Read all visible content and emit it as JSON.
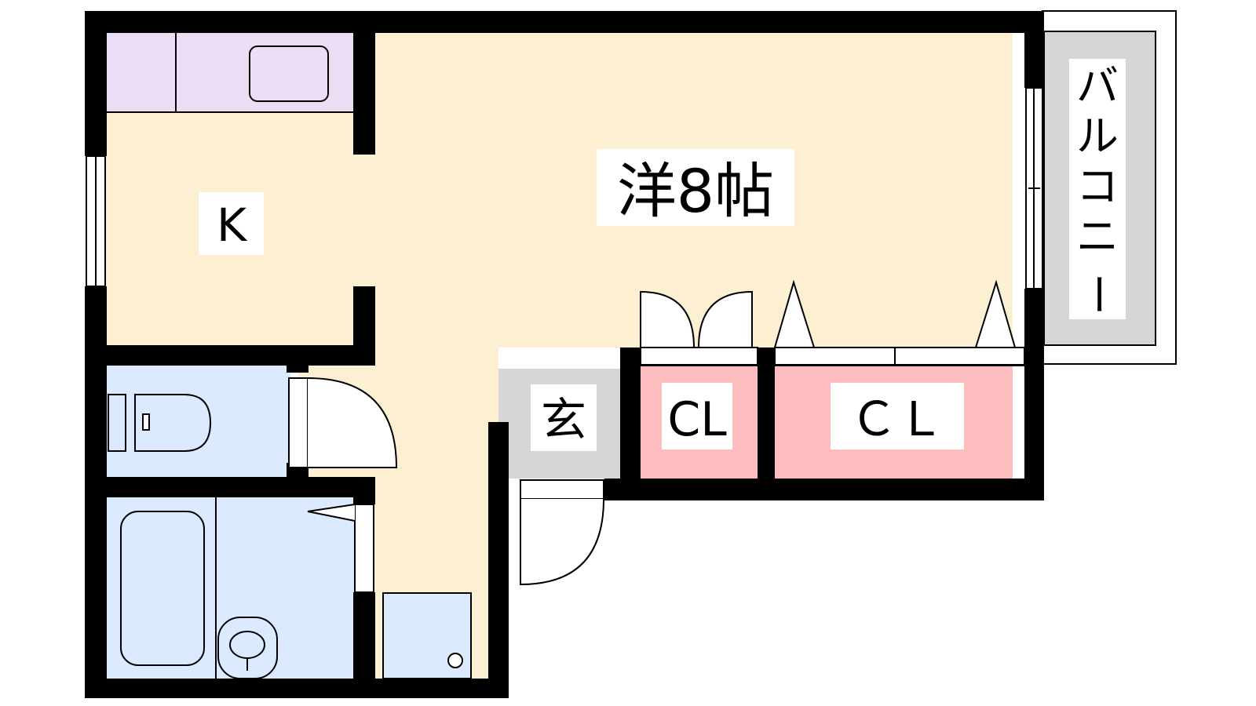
{
  "rooms": {
    "kitchen": {
      "label": "K"
    },
    "western": {
      "label": "洋8帖"
    },
    "entrance": {
      "label": "玄"
    },
    "closet_small": {
      "label": "CL"
    },
    "closet_large": {
      "label": "ＣＬ"
    },
    "balcony": {
      "label_chars": [
        "バ",
        "ル",
        "コ",
        "ニ",
        "ー"
      ]
    }
  },
  "colors": {
    "wall": "#000000",
    "floor": "#fdf0d2",
    "wet_area": "#dbeafe",
    "kitchen_counter": "#ecdff5",
    "closet": "#fdbdbe",
    "entrance": "#d6d6d6",
    "balcony": "#d6d6d6",
    "label_bg": "#ffffff"
  }
}
